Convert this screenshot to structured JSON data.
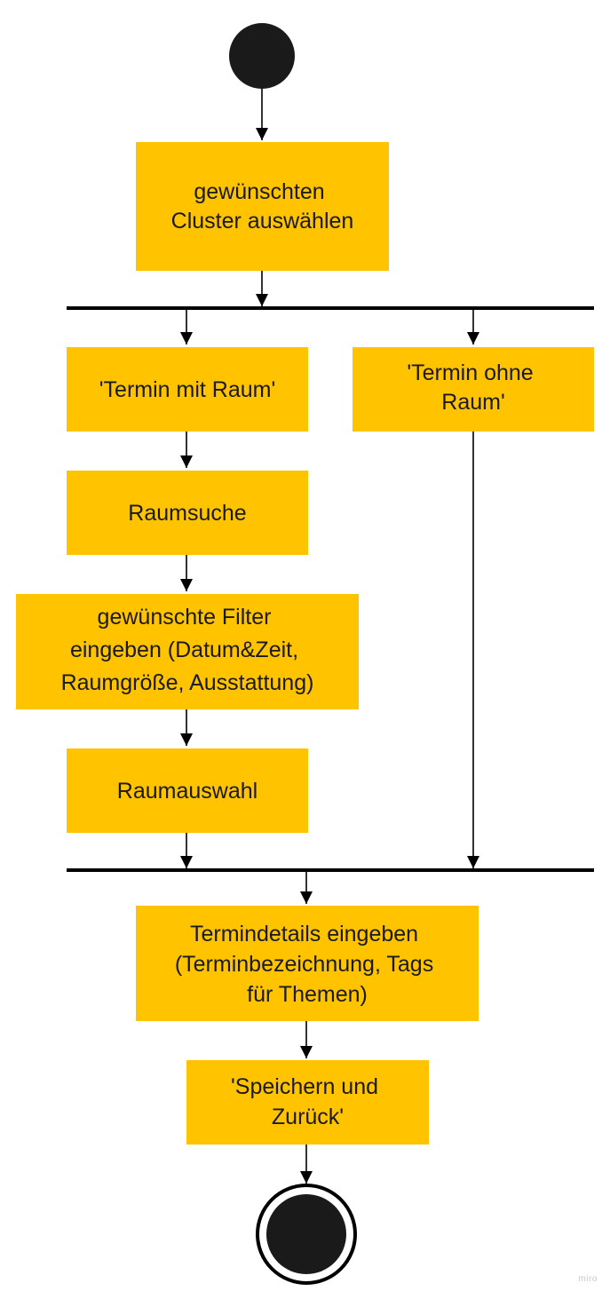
{
  "colors": {
    "node_fill": "#FFC300",
    "line": "#000000",
    "text": "#1a1a1a"
  },
  "nodes": {
    "select_cluster": [
      "gewünschten",
      "Cluster auswählen"
    ],
    "with_room": [
      "'Termin mit Raum'"
    ],
    "without_room": [
      "'Termin ohne",
      "Raum'"
    ],
    "room_search": [
      "Raumsuche"
    ],
    "enter_filters": [
      "gewünschte Filter",
      "eingeben (Datum&Zeit,",
      "Raumgröße, Ausstattung)"
    ],
    "room_selection": [
      "Raumauswahl"
    ],
    "enter_details": [
      "Termindetails eingeben",
      "(Terminbezeichnung, Tags",
      "für Themen)"
    ],
    "save_and_back": [
      "'Speichern und",
      "Zurück'"
    ]
  },
  "watermark": "miro"
}
